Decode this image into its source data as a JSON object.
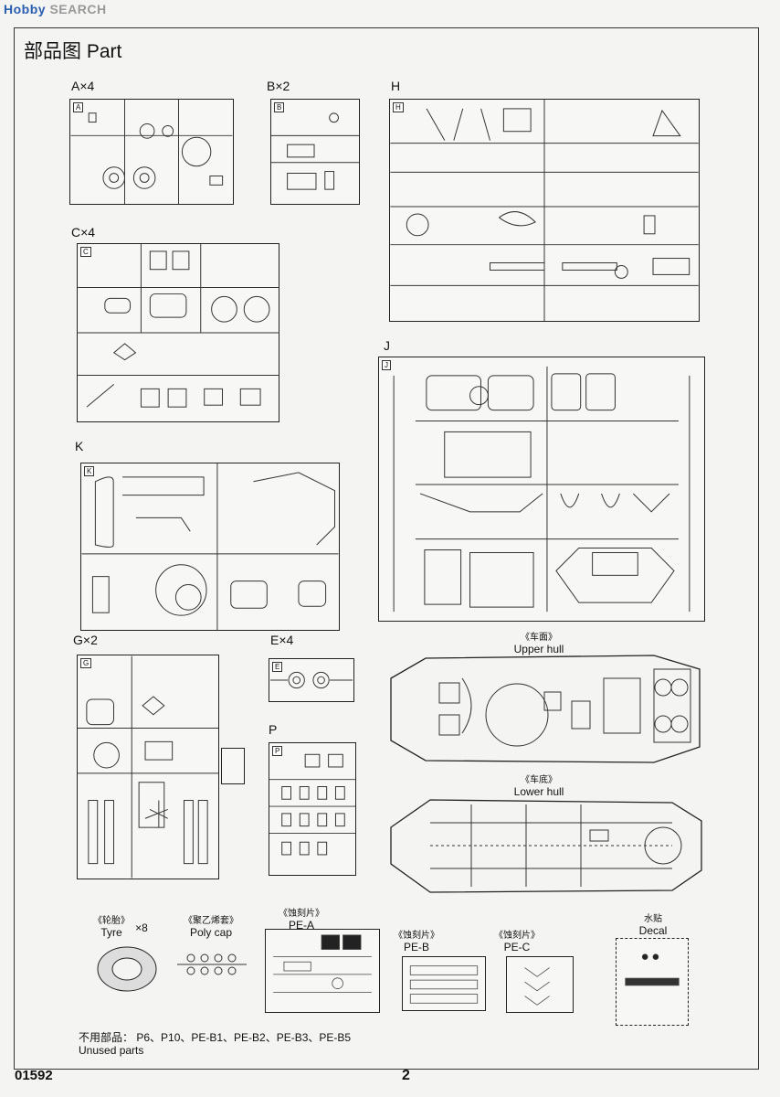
{
  "watermark": {
    "a": "Hobby",
    "b": "SEARCH"
  },
  "title": "部品图  Part",
  "sprues": {
    "A": "A×4",
    "B": "B×2",
    "H": "H",
    "C": "C×4",
    "J": "J",
    "K": "K",
    "G": "G×2",
    "E": "E×4",
    "P": "P"
  },
  "hull": {
    "upper_cn": "《车面》",
    "upper_en": "Upper hull",
    "lower_cn": "《车底》",
    "lower_en": "Lower hull"
  },
  "accessories": {
    "tyre_cn": "《轮胎》",
    "tyre_en": "Tyre",
    "tyre_qty": "×8",
    "poly_cn": "《聚乙烯套》",
    "poly_en": "Poly cap",
    "pea_cn": "《蚀刻片》",
    "pea_en": "PE-A",
    "peb_cn": "《蚀刻片》",
    "peb_en": "PE-B",
    "pec_cn": "《蚀刻片》",
    "pec_en": "PE-C",
    "decal_cn": "水贴",
    "decal_en": "Decal"
  },
  "unused": {
    "list": "不用部品：  P6、P10、PE-B1、PE-B2、PE-B3、PE-B5",
    "label": "Unused parts"
  },
  "footer": {
    "code": "01592",
    "page": "2"
  }
}
